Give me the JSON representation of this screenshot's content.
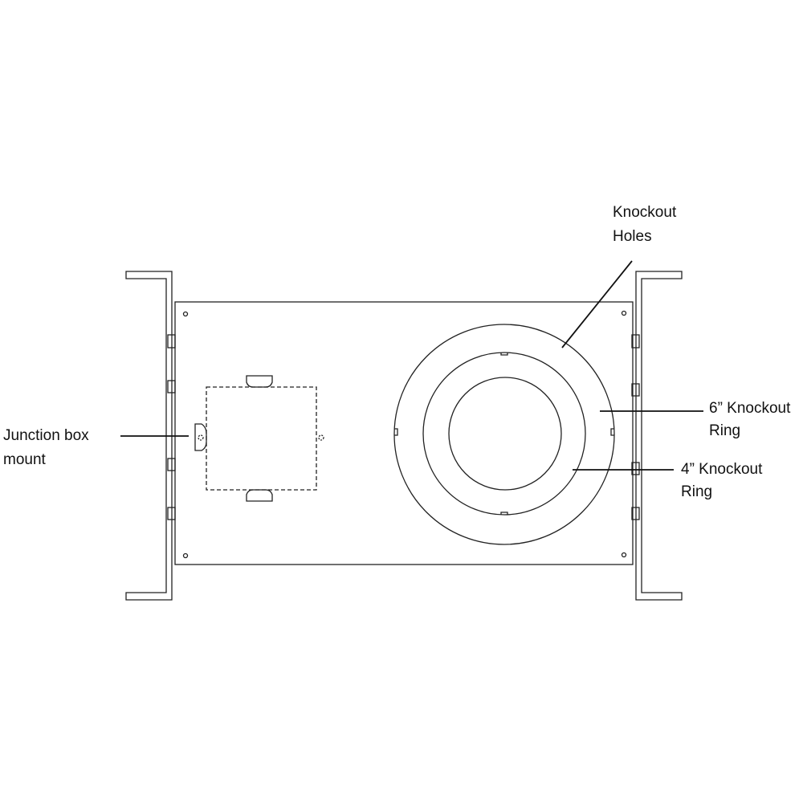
{
  "labels": {
    "knockout_holes": [
      "Knockout",
      "Holes"
    ],
    "six_inch_ring": [
      "6” Knockout",
      "Ring"
    ],
    "four_inch_ring": [
      "4” Knockout",
      "Ring"
    ],
    "junction_box_mount": [
      "Junction box",
      "mount"
    ]
  }
}
